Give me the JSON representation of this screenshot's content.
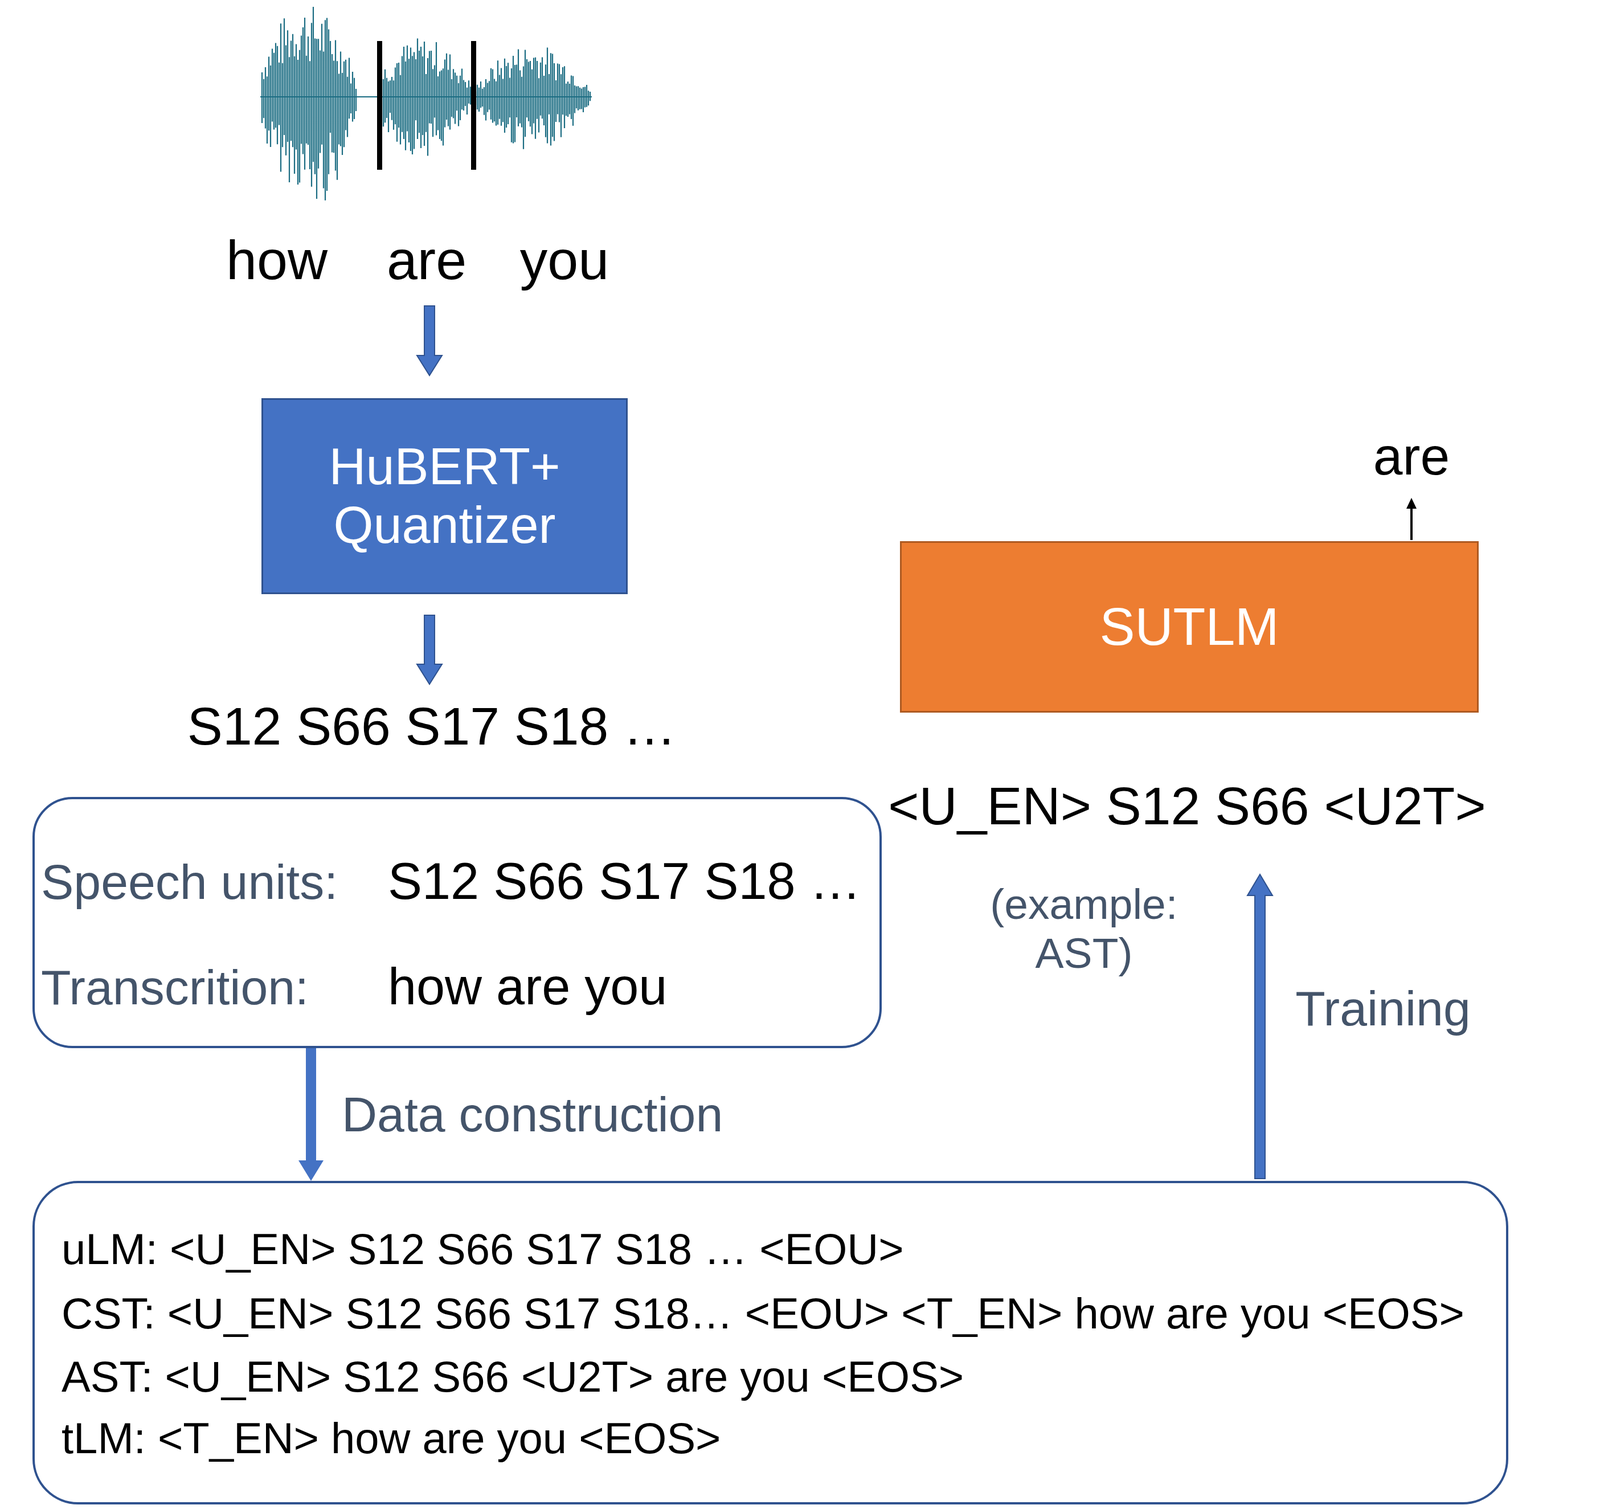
{
  "diagram": {
    "nodes": [
      {
        "text": [
          "HuBERT+ Quantizer"
        ]
      },
      {
        "text": [
          "Speech units:",
          "S12 S66 S17 S18 …",
          "Transcrition:",
          "how are you"
        ]
      },
      {
        "text": [
          "uLM: <U_EN> S12 S66 S17 S18 … <EOU>",
          "CST: <U_EN> S12 S66 S17 S18… <EOU> <T_EN> how are you <EOS>",
          "AST: <U_EN> S12 S66 <U2T> are you <EOS>",
          "tLM: <T_EN> how are you <EOS>"
        ]
      },
      {
        "text": [
          "SUTLM"
        ]
      }
    ],
    "edges": [
      {
        "from": 1,
        "to": 2,
        "arrow": "to",
        "label": "Data construction"
      }
    ],
    "labels": [
      "how",
      "are",
      "you",
      "S12 S66 S17 S18 …",
      "are",
      "<U_EN> S12 S66 <U2T>",
      "(example: AST)",
      "Training"
    ]
  }
}
